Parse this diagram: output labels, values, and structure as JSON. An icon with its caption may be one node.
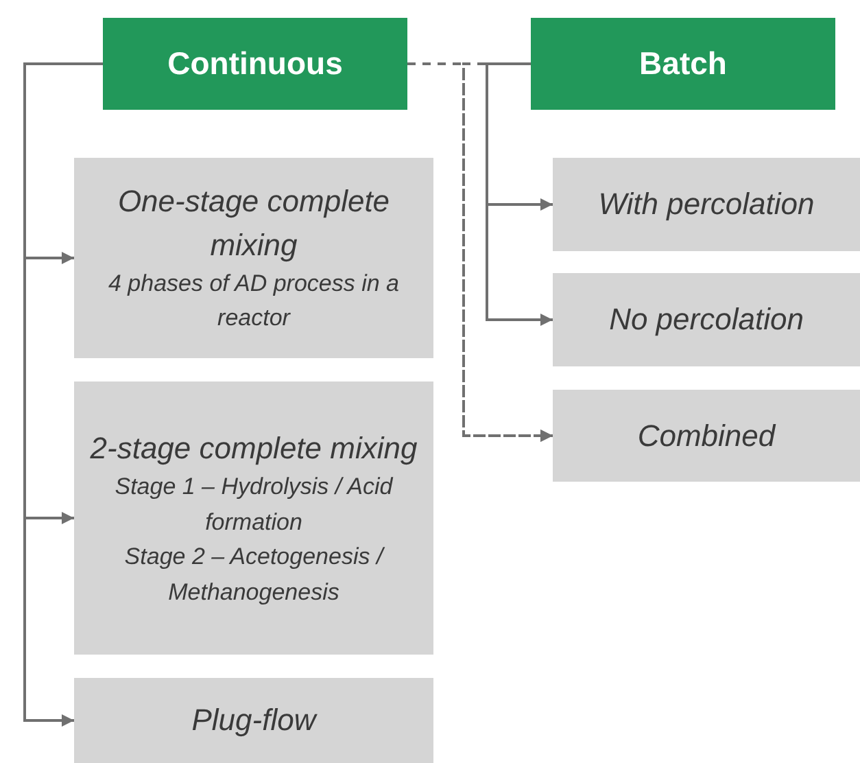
{
  "diagram": {
    "nodes": [
      {
        "text": [
          "Continuous"
        ]
      },
      {
        "text": [
          "Batch"
        ]
      },
      {
        "text": [
          "One-stage complete mixing",
          "4 phases of AD process in a reactor"
        ]
      },
      {
        "text": [
          "2-stage complete mixing",
          "Stage 1 – Hydrolysis / Acid formation",
          "Stage 2 – Acetogenesis / Methanogenesis"
        ]
      },
      {
        "text": [
          "Plug-flow"
        ]
      },
      {
        "text": [
          "With percolation"
        ]
      },
      {
        "text": [
          "No percolation"
        ]
      },
      {
        "text": [
          "Combined"
        ]
      }
    ],
    "edges": [
      {
        "from": 0,
        "to": 2,
        "arrow": "to"
      },
      {
        "from": 0,
        "to": 3,
        "arrow": "to"
      },
      {
        "from": 0,
        "to": 4,
        "arrow": "to"
      },
      {
        "from": 1,
        "to": 5,
        "arrow": "to"
      },
      {
        "from": 1,
        "to": 6,
        "arrow": "to"
      },
      {
        "from": 0,
        "to": 7,
        "arrow": "to",
        "style": "dashed"
      },
      {
        "from": 1,
        "to": 7,
        "arrow": "to",
        "style": "dashed"
      }
    ]
  }
}
